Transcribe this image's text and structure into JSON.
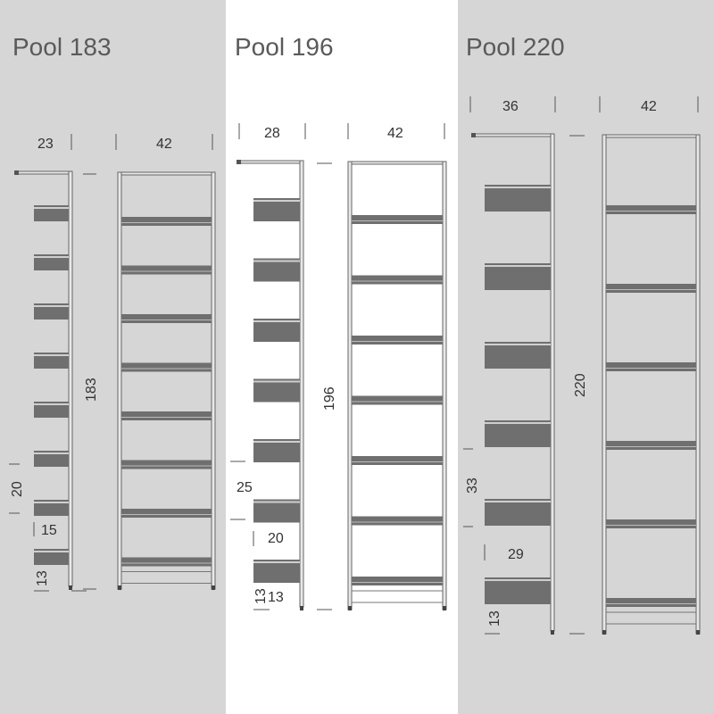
{
  "colors": {
    "panel_grey": "#d6d6d6",
    "panel_white": "#ffffff",
    "shelf": "#6f6f6f",
    "line": "#666666"
  },
  "models": [
    {
      "title": "Pool 183",
      "depth": "23",
      "width": "42",
      "height": "183",
      "shelf_spacing": "20",
      "shelf_gap": "15",
      "foot": "13",
      "shelf_count": 8
    },
    {
      "title": "Pool 196",
      "depth": "28",
      "width": "42",
      "height": "196",
      "shelf_spacing": "25",
      "shelf_gap": "20",
      "foot": "13",
      "foot_alt": "13",
      "shelf_count": 7
    },
    {
      "title": "Pool 220",
      "depth": "36",
      "width": "42",
      "height": "220",
      "shelf_spacing": "33",
      "shelf_gap": "29",
      "foot": "13",
      "shelf_count": 6
    }
  ]
}
